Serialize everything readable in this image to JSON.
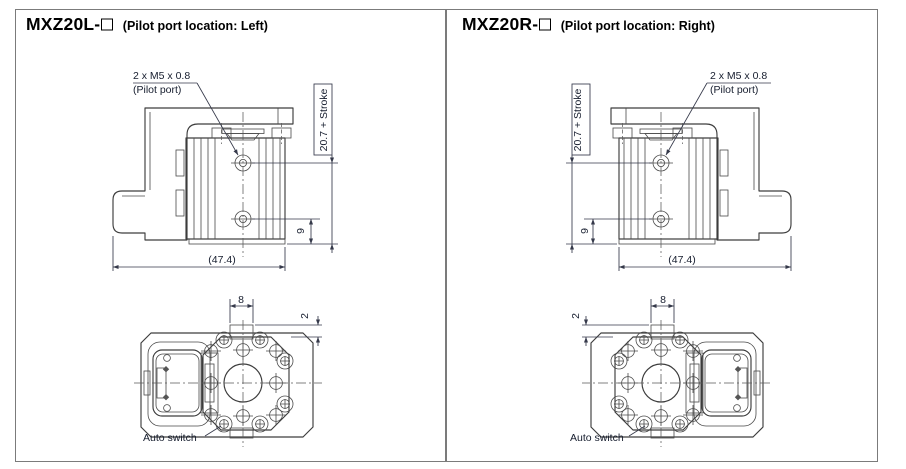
{
  "page": {
    "type": "datasheet-dimension-drawings",
    "frame_color": "#7b7b7b",
    "line_color": "#3d3d3d",
    "dim_text_color": "#161d2e",
    "fill_gray": "#e9e9e9"
  },
  "panels": [
    {
      "id": "left",
      "model": "MXZ20L-",
      "note": "(Pilot port location: Left)",
      "dims": {
        "pilot_line1": "2 x M5 x 0.8",
        "pilot_line2": "(Pilot port)",
        "stroke_height": "20.7 + Stroke",
        "port_offset": "9",
        "body_width": "(47.4)",
        "tab_width": "8",
        "step": "2",
        "auto_switch": "Auto switch"
      }
    },
    {
      "id": "right",
      "model": "MXZ20R-",
      "note": "(Pilot port location: Right)",
      "dims": {
        "pilot_line1": "2 x M5 x 0.8",
        "pilot_line2": "(Pilot port)",
        "stroke_height": "20.7 + Stroke",
        "port_offset": "9",
        "body_width": "(47.4)",
        "tab_width": "8",
        "step": "2",
        "auto_switch": "Auto switch"
      }
    }
  ]
}
